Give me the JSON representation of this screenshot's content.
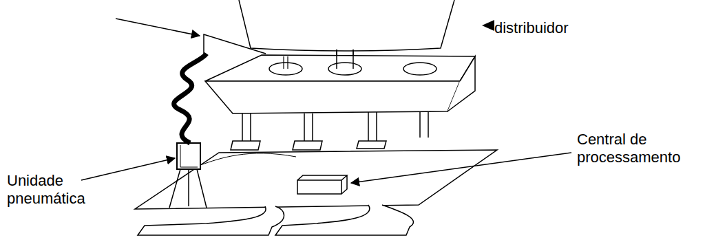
{
  "diagram": {
    "labels": [
      "distribuidor",
      "Unidade pneumática",
      "Central de processamento"
    ]
  }
}
